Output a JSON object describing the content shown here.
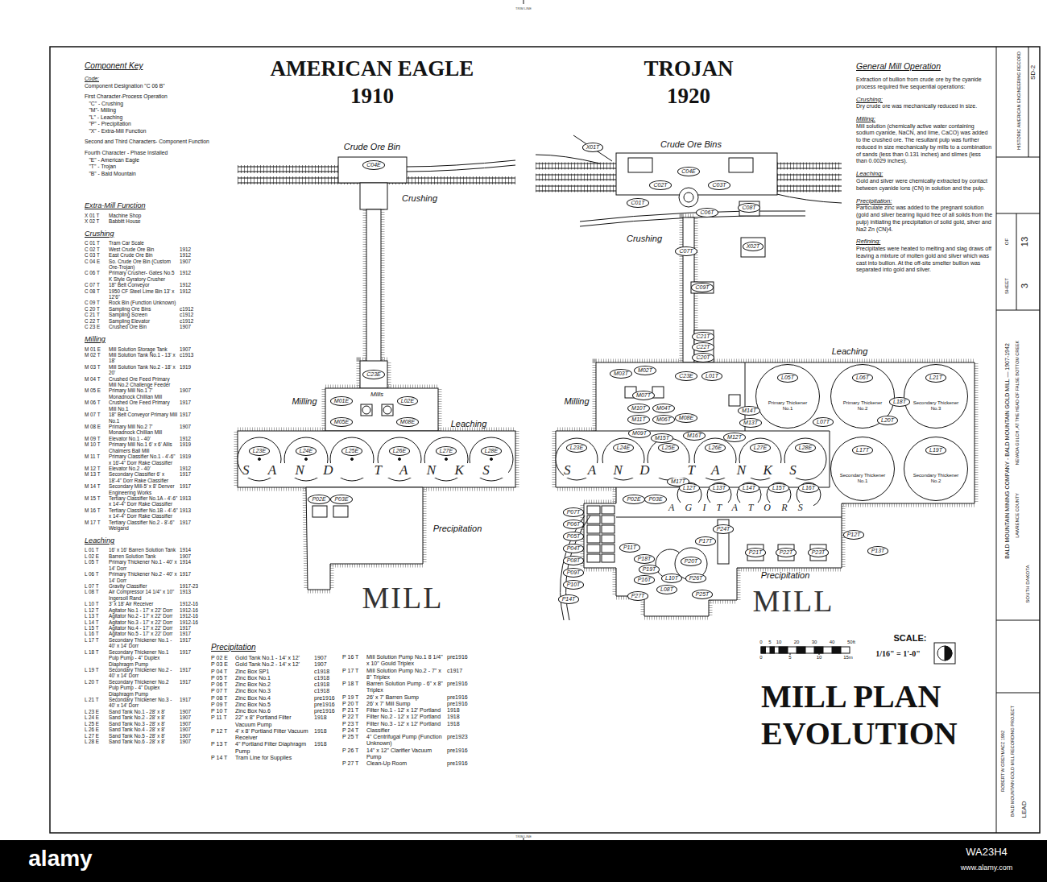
{
  "diagram": {
    "title": "MILL PLAN EVOLUTION",
    "nodes": [
      {
        "text": [
          "C04E"
        ]
      },
      {
        "text": [
          "C23E"
        ]
      },
      {
        "text": [
          "M01E"
        ]
      },
      {
        "text": [
          "L02E"
        ]
      },
      {
        "text": [
          "M05E"
        ]
      },
      {
        "text": [
          "M08E"
        ]
      },
      {
        "text": [
          "L23E"
        ]
      },
      {
        "text": [
          "L24E"
        ]
      },
      {
        "text": [
          "L25E"
        ]
      },
      {
        "text": [
          "L26E"
        ]
      },
      {
        "text": [
          "L27E"
        ]
      },
      {
        "text": [
          "L28E"
        ]
      },
      {
        "text": [
          "P02E"
        ]
      },
      {
        "text": [
          "P03E"
        ]
      },
      {
        "text": [
          "X01T"
        ]
      },
      {
        "text": [
          "C04E"
        ]
      },
      {
        "text": [
          "C01T"
        ]
      },
      {
        "text": [
          "C02T"
        ]
      },
      {
        "text": [
          "C03T"
        ]
      },
      {
        "text": [
          "C06T"
        ]
      },
      {
        "text": [
          "C08T"
        ]
      },
      {
        "text": [
          "C07T"
        ]
      },
      {
        "text": [
          "X02T"
        ]
      },
      {
        "text": [
          "C09T"
        ]
      },
      {
        "text": [
          "C21T"
        ]
      },
      {
        "text": [
          "C22T"
        ]
      },
      {
        "text": [
          "C20T"
        ]
      },
      {
        "text": [
          "M03T"
        ]
      },
      {
        "text": [
          "M02T"
        ]
      },
      {
        "text": [
          "C23E"
        ]
      },
      {
        "text": [
          "L01T"
        ]
      },
      {
        "text": [
          "Primary Thickener No.1"
        ]
      },
      {
        "text": [
          "L05T"
        ],
        "in": 31
      },
      {
        "text": [
          "Primary Thickener No.2"
        ]
      },
      {
        "text": [
          "L06T"
        ],
        "in": 33
      },
      {
        "text": [
          "Secondary Thickener No.3"
        ]
      },
      {
        "text": [
          "L21T"
        ],
        "in": 35
      },
      {
        "text": [
          "M07T"
        ]
      },
      {
        "text": [
          "M10T"
        ]
      },
      {
        "text": [
          "M04T"
        ]
      },
      {
        "text": [
          "M08E"
        ]
      },
      {
        "text": [
          "M11T"
        ]
      },
      {
        "text": [
          "M06T"
        ]
      },
      {
        "text": [
          "M14T"
        ]
      },
      {
        "text": [
          "M13T"
        ]
      },
      {
        "text": [
          "L07T"
        ]
      },
      {
        "text": [
          "L18T"
        ]
      },
      {
        "text": [
          "L20T"
        ]
      },
      {
        "text": [
          "M09T"
        ]
      },
      {
        "text": [
          "M16T"
        ]
      },
      {
        "text": [
          "M12T"
        ]
      },
      {
        "text": [
          "M15T"
        ]
      },
      {
        "text": [
          "Secondary Thickener No.1"
        ]
      },
      {
        "text": [
          "L17T"
        ],
        "in": 52
      },
      {
        "text": [
          "Secondary Thickener No.2"
        ]
      },
      {
        "text": [
          "L19T"
        ],
        "in": 54
      },
      {
        "text": [
          "L23E"
        ]
      },
      {
        "text": [
          "L24E"
        ]
      },
      {
        "text": [
          "L25E"
        ]
      },
      {
        "text": [
          "M17T"
        ]
      },
      {
        "text": [
          "L26E"
        ]
      },
      {
        "text": [
          "L27E"
        ]
      },
      {
        "text": [
          "L28E"
        ]
      },
      {
        "text": [
          "L12T"
        ]
      },
      {
        "text": [
          "L13T"
        ]
      },
      {
        "text": [
          "L14T"
        ]
      },
      {
        "text": [
          "L15T"
        ]
      },
      {
        "text": [
          "L16T"
        ]
      },
      {
        "text": [
          "P02E"
        ]
      },
      {
        "text": [
          "P03E"
        ]
      },
      {
        "text": [
          "P07T"
        ]
      },
      {
        "text": [
          "P06T"
        ]
      },
      {
        "text": [
          "P05T"
        ]
      },
      {
        "text": [
          "P04T"
        ]
      },
      {
        "text": [
          "P24T"
        ]
      },
      {
        "text": [
          "P17T"
        ]
      },
      {
        "text": [
          "P12T"
        ]
      },
      {
        "text": [
          "P11T"
        ]
      },
      {
        "text": [
          "P21T"
        ]
      },
      {
        "text": [
          "P22T"
        ]
      },
      {
        "text": [
          "P23T"
        ]
      },
      {
        "text": [
          "P13T"
        ]
      },
      {
        "text": [
          "P18T"
        ]
      },
      {
        "text": [
          "P20T"
        ]
      },
      {
        "text": [
          "P08T"
        ]
      },
      {
        "text": [
          "P19T"
        ]
      },
      {
        "text": [
          "P09T"
        ]
      },
      {
        "text": [
          "P16T"
        ]
      },
      {
        "text": [
          "L10T"
        ]
      },
      {
        "text": [
          "P26T"
        ]
      },
      {
        "text": [
          "P10T"
        ]
      },
      {
        "text": [
          "L08T"
        ]
      },
      {
        "text": [
          "P25T"
        ]
      },
      {
        "text": [
          "P27T"
        ]
      },
      {
        "text": [
          "P14T"
        ]
      }
    ],
    "labels": [
      "Component Key",
      "Code:",
      "Component Designation \"C 06 B\"",
      "First Character-Process Operation",
      "\"C\" - Crushing",
      "\"M\"- Milling",
      "\"L\" - Leaching",
      "\"P\" - Precipitation",
      "\"X\" - Extra-Mill Function",
      "Second and Third Characters- Component Function",
      "Fourth Character - Phase Installed",
      "\"E\" - American Eagle",
      "\"T\" - Trojan",
      "\"B\" - Bald Mountain",
      "Extra-Mill Function",
      "X 01 T",
      "Machine Shop",
      "X 02 T",
      "Babbitt House",
      "Crushing",
      "C 01 T",
      "Tram Car Scale",
      "C 02 T",
      "West Crude Ore Bin",
      "1912",
      "C 03 T",
      "East Crude Ore Bin",
      "1912",
      "C 04 E",
      "So. Crude Ore Bin (Custom Ore-Trojan)",
      "1907",
      "C 06 T",
      "Primary Crusher- Gates No.5 K Style Gyratory Crusher",
      "1912",
      "C 07 T",
      "18\" Belt Conveyor",
      "1912",
      "C 08 T",
      "1950 CF Steel Lime Bin 13' x 12'6\"",
      "1912",
      "C 09 T",
      "Rock Bin (Function Unknown)",
      "C 20 T",
      "Sampling Ore Bins",
      "c1912",
      "C 21 T",
      "Sampling Screen",
      "c1912",
      "C 22 T",
      "Sampling Elevator",
      "c1912",
      "C 23 E",
      "Crushed Ore Bin",
      "1907",
      "Milling",
      "M 01 E",
      "Mill Solution Storage Tank",
      "1907",
      "M 02 T",
      "Mill Solution Tank No.1 - 13' x 18'",
      "c1913",
      "M 03 T",
      "Mill Solution Tank No.2 - 18' x 20'",
      "1919",
      "M 04 T",
      "Crushed Ore Feed Primary Mill No.2 Challenge Feeder",
      "M 05 E",
      "Primary Mill No.1 7' Monadnock Chillian Mill",
      "1907",
      "M 06 T",
      "Crushed Ore Feed Primary Mill No.1",
      "1917",
      "M 07 T",
      "18\" Belt Conveyor Primary Mill No.1",
      "1917",
      "M 08 E",
      "Primary Mill No.2 7' Monadnock Chillian Mill",
      "1907",
      "M 09 T",
      "Elevator No.1 - 40'",
      "1912",
      "M 10 T",
      "Primary Mill No.1 6' x 6' Allis Chalmers Ball Mill",
      "1919",
      "M 11 T",
      "Primary Classifier No.1 - 4'-6\" x 16'-4\" Dorr Rake Classifier",
      "1919",
      "M 12 T",
      "Elevator No.2 - 40'",
      "1912",
      "M 13 T",
      "Secondary Classifier 6' x 18'-4\" Dorr Rake Classifier",
      "1917",
      "M 14 T",
      "Secondary Mill-5' x 8' Denver Engineering Works",
      "1917",
      "M 15 T",
      "Tertiary Classifier No.1A - 4'-6\" x 14'-4\" Dorr Rake Classifier",
      "1913",
      "M 16 T",
      "Tertiary Classifier No.1B - 4'-6\" x 14'-4\" Dorr Rake Classifier",
      "1913",
      "M 17 T",
      "Tertiary Classifier No.2 - 8'-6\" Weigand",
      "1917",
      "Leaching",
      "L 01 T",
      "16' x 16' Barren Solution Tank",
      "1914",
      "L 02 E",
      "Barren Solution Tank",
      "1907",
      "L 05 T",
      "Primary Thickener No.1 - 40' x 14' Dorr",
      "1914",
      "L 06 T",
      "Primary Thickener No.2 - 40' x 14' Dorr",
      "1917",
      "L 07 T",
      "Gravity Classifier",
      "1917-23",
      "L 08 T",
      "Air Compressor 14 1/4\" x 10\" Ingersoll Rand",
      "1913",
      "L 10 T",
      "3' x 18' Air Receiver",
      "1912-16",
      "L 12 T",
      "Agitator No.1 - 17' x 22' Dorr",
      "1912-16",
      "L 13 T",
      "Agitator No.2 - 17' x 22' Dorr",
      "1912-16",
      "L 14 T",
      "Agitator No.3 - 17' x 22' Dorr",
      "1912-16",
      "L 15 T",
      "Agitator No.4 - 17' x 22' Dorr",
      "1917",
      "L 16 T",
      "Agitator No.5 - 17' x 22' Dorr",
      "1917",
      "L 17 T",
      "Secondary Thickener No.1 - 40' x 14' Dorr",
      "1917",
      "L 18 T",
      "Secondary Thickener No.1 Pulp Pump - 4\" Duplex Diaphragm Pump",
      "1917",
      "L 19 T",
      "Secondary Thickener No.2 - 40' x 14' Dorr",
      "1917",
      "L 20 T",
      "Secondary Thickener No.2 Pulp Pump - 4\" Duplex Diaphragm Pump",
      "1917",
      "L 21 T",
      "Secondary Thickener No.3 - 40' x 14' Dorr",
      "1917",
      "L 23 E",
      "Sand Tank No.1 - 28' x 8'",
      "1907",
      "L 24 E",
      "Sand Tank No.2 - 28' x 8'",
      "1907",
      "L 25 E",
      "Sand Tank No.3 - 28' x 8'",
      "1907",
      "L 26 E",
      "Sand Tank No.4 - 28' x 8'",
      "1907",
      "L 27 E",
      "Sand Tank No.5 - 28' x 8'",
      "1907",
      "L 28 E",
      "Sand Tank No.6 - 28' x 8'",
      "1907",
      "Precipitation",
      "P 02 E",
      "Gold Tank No.1 - 14' x 12'",
      "1907",
      "P 03 E",
      "Gold Tank No.2 - 14' x 12'",
      "1907",
      "P 04 T",
      "Zinc Box SP1",
      "c1918",
      "P 05 T",
      "Zinc Box No.1",
      "c1918",
      "P 06 T",
      "Zinc Box No.2",
      "c1918",
      "P 07 T",
      "Zinc Box No.3",
      "c1918",
      "P 08 T",
      "Zinc Box No.4",
      "pre1916",
      "P 09 T",
      "Zinc Box No.5",
      "pre1916",
      "P 10 T",
      "Zinc Box No.6",
      "pre1916",
      "P 11 T",
      "22\" x 8\" Portland Filter Vacuum Pump",
      "1918",
      "P 12 T",
      "4' x 8' Portland Filter Vacuum Receiver",
      "1918",
      "P 13 T",
      "4\" Portland Filter Diaphragm Pump",
      "1918",
      "P 14 T",
      "Tram Line for Supplies",
      "P 16 T",
      "Mill Solution Pump No.1 8 1/4\" x 10\" Gould Triplex",
      "pre1916",
      "P 17 T",
      "Mill Solution Pump No.2 - 7\" x 8\" Triplex",
      "c1917",
      "P 18 T",
      "Barren Solution Pump - 6\" x 8\" Triplex",
      "pre1916",
      "P 19 T",
      "26' x 7' Barren Sump",
      "pre1916",
      "P 20 T",
      "26' x 7' Mill Sump",
      "pre1916",
      "P 21 T",
      "Filter No.1 - 12' x 12' Portland",
      "1918",
      "P 22 T",
      "Filter No.2 - 12' x 12' Portland",
      "1918",
      "P 23 T",
      "Filter No.3 - 12' x 12' Portland",
      "1918",
      "P 24 T",
      "Classifier",
      "P 25 T",
      "4\" Centrifugal Pump (Function Unknown)",
      "pre1923",
      "P 26 T",
      "14\" x 12\" Clarifier Vacuum Pump",
      "pre1916",
      "P 27 T",
      "Clean-Up Room",
      "pre1916",
      "General Mill Operation",
      "Extraction of bullion from crude ore by the cyanide process required five sequential operations:",
      "Crushing:",
      "Dry crude ore was mechanically reduced in size.",
      "Milling:",
      "Mill solution (chemically active water containing sodium cyanide, NaCN, and lime, CaCO) was added to the crushed ore. The resultant pulp was further reduced in size mechanically by mills to a combination of sands (less than 0.131 inches) and slimes (less than 0.0029 inches).",
      "Leaching:",
      "Gold and silver were chemically extracted by contact between cyanide ions (CN) in solution and the pulp.",
      "Precipitation:",
      "Particulate zinc was added to the pregnant solution (gold and silver bearing liquid free of all solids from the pulp) initiating the precipitation of solid gold, silver and Na2 Zn (CN)4.",
      "Refining:",
      "Precipitates were heated to melting and slag draws off leaving a mixture of molten gold and silver which was cast into bullion. At the off-site smelter bullion was separated into gold and silver.",
      "AMERICAN EAGLE",
      "1910",
      "TROJAN",
      "1920",
      "Crude Ore Bin",
      "Crushing",
      "Milling",
      "Mills",
      "Leaching",
      "SAND TANKS",
      "Precipitation",
      "MILL",
      "Crude Ore Bins",
      "Crushing",
      "Milling",
      "Leaching",
      "SAND TANKS",
      "AGITATORS",
      "Precipitation",
      "MILL",
      "SCALE:",
      "1/16\" = 1'-0\"",
      "0",
      "5",
      "10",
      "20",
      "30",
      "40",
      "50ft",
      "0",
      "5",
      "10",
      "15m",
      "HISTORIC AMERICAN ENGINEERING RECORD",
      "SD-2",
      "SHEET",
      "3",
      "OF",
      "13",
      "SOUTH DAKOTA",
      "BALD MOUNTAIN MINING COMPANY - BALD MOUNTAIN GOLD MILL — 1907-1942",
      "NEVADA GULCH, AT THE HEAD OF FALSE BOTTOM CREEK",
      "LAWRENCE COUNTY",
      "LEAD",
      "ROBERT W GREYMACZ 1992",
      "BALD MOUNTAIN GOLD MILL RECORDING PROJECT",
      "TRIM LINE",
      "TRIM LINE",
      "alamy",
      "WA23H4",
      "www.alamy.com"
    ]
  }
}
